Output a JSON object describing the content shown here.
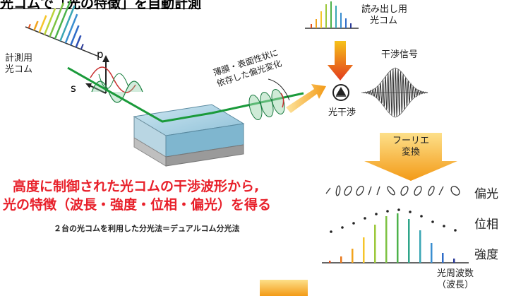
{
  "title": "光コムで「光の特徴」を自動計測",
  "comb_measure": [
    "計測用",
    "光コム"
  ],
  "comb_read": [
    "読み出し用",
    "光コム"
  ],
  "pol_p": "p",
  "pol_s": "s",
  "film_note": [
    "薄膜・表面性状に",
    "依存した偏光変化"
  ],
  "interference": "光干渉",
  "signal": "干渉信号",
  "fourier": [
    "フーリエ",
    "変換"
  ],
  "main_text": [
    "高度に制御された光コムの干渉波形から,",
    "光の特徴（波長・強度・位相・偏光）を得る"
  ],
  "sub_text": "２台の光コムを利用した分光法＝デュアルコム分光法",
  "row_pol": "偏光",
  "row_phase": "位相",
  "row_int": "強度",
  "axis_label": [
    "光周波数",
    "（波長）"
  ],
  "colors": {
    "red_text": "#e8202a",
    "arrow_orange": "#f7a21b",
    "beam_green": "#1a9a3a",
    "glass": "#9cc8dc"
  }
}
